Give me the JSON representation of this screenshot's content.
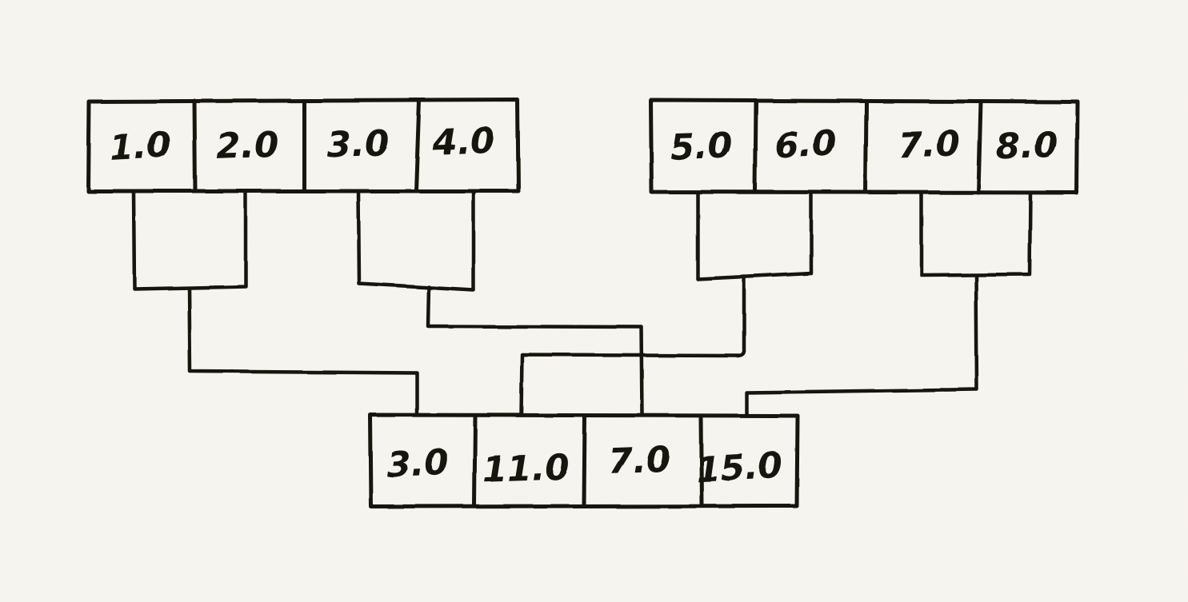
{
  "title": "pairwise sum (horizontal add) hand-drawn diagram",
  "colors": {
    "paper": "#f7f5ef",
    "ink": "#17130e"
  },
  "arrays": {
    "top_left": {
      "name": "input-array-a",
      "cells": [
        "1.0",
        "2.0",
        "3.0",
        "4.0"
      ]
    },
    "top_right": {
      "name": "input-array-b",
      "cells": [
        "5.0",
        "6.0",
        "7.0",
        "8.0"
      ]
    },
    "bottom": {
      "name": "result-array",
      "cells": [
        "3.0",
        "11.0",
        "7.0",
        "15.0"
      ]
    }
  },
  "connections": [
    {
      "from": [
        "1.0",
        "2.0"
      ],
      "to": "3.0"
    },
    {
      "from": [
        "3.0",
        "4.0"
      ],
      "to": "7.0"
    },
    {
      "from": [
        "5.0",
        "6.0"
      ],
      "to": "11.0"
    },
    {
      "from": [
        "7.0",
        "8.0"
      ],
      "to": "15.0"
    }
  ]
}
